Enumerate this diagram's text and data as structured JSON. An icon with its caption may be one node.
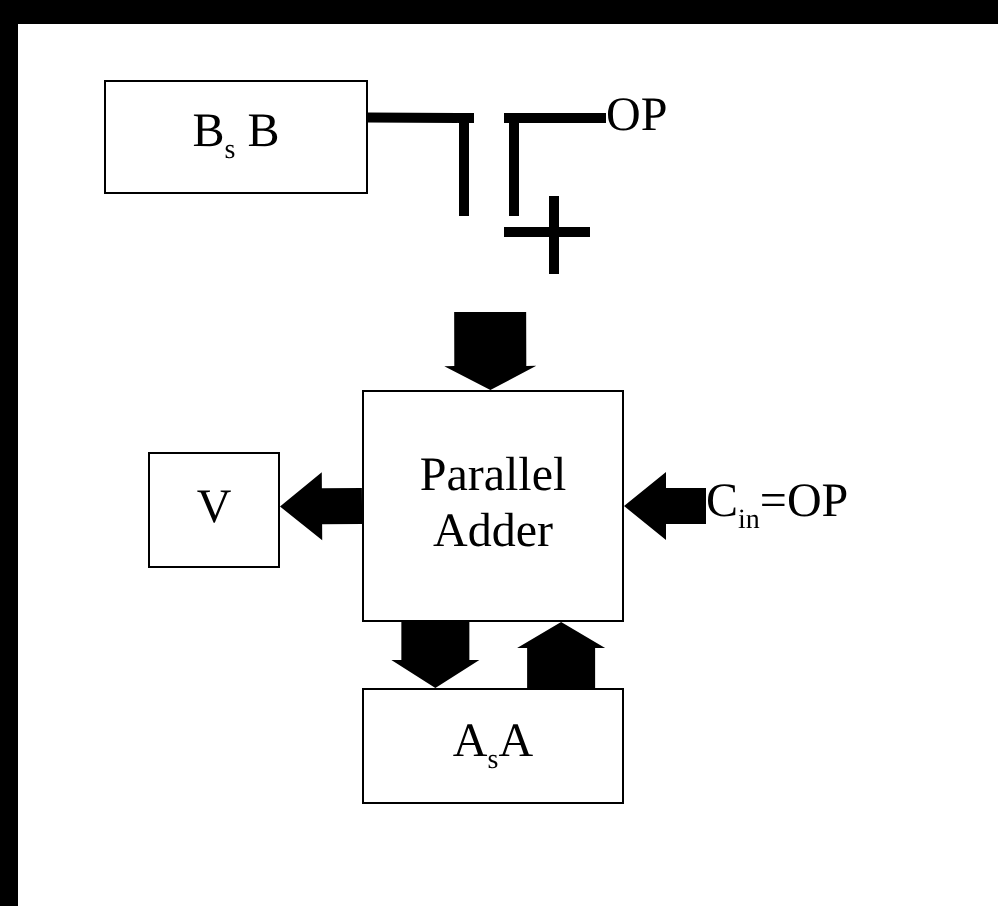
{
  "diagram": {
    "nodes": [
      {
        "text": [
          "B$_{s}$ B"
        ]
      },
      {
        "text": [
          "OP"
        ]
      },
      {
        "text": [],
        "shape": "switch"
      },
      {
        "text": [
          "Parallel Adder"
        ]
      },
      {
        "text": [
          "V"
        ]
      },
      {
        "text": [
          "C$_{in}$=OP"
        ]
      },
      {
        "text": [
          "A$_{s}$A"
        ]
      }
    ],
    "edges": [
      {
        "from": 0,
        "to": 2,
        "arrow": "none"
      },
      {
        "from": 1,
        "to": 2,
        "arrow": "none"
      },
      {
        "from": 2,
        "to": 3,
        "arrow": "to",
        "style": "thick"
      },
      {
        "from": 3,
        "to": 4,
        "arrow": "to",
        "style": "thick"
      },
      {
        "from": 5,
        "to": 3,
        "arrow": "to",
        "style": "thick"
      },
      {
        "from": 3,
        "to": 6,
        "arrow": "to",
        "style": "thick"
      },
      {
        "from": 6,
        "to": 3,
        "arrow": "to",
        "style": "thick"
      }
    ]
  }
}
